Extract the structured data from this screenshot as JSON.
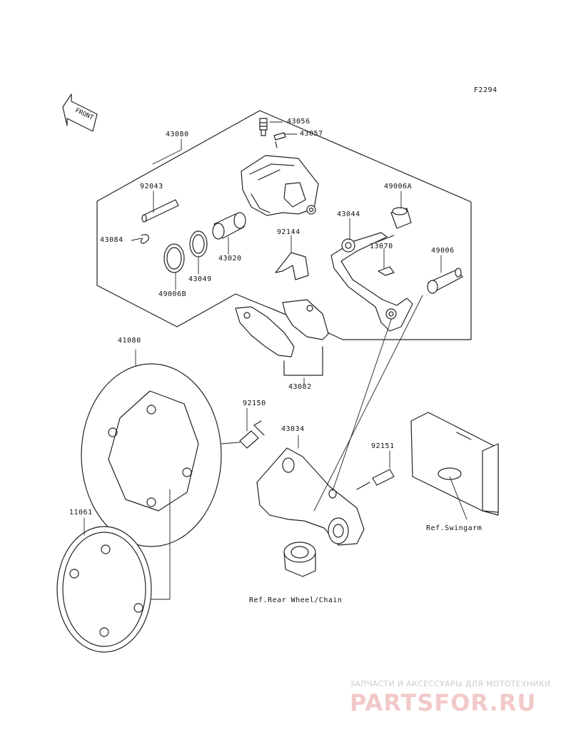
{
  "figure_id": "F2294",
  "front_label": "FRONT",
  "parts": [
    {
      "number": "43080"
    },
    {
      "number": "43056"
    },
    {
      "number": "43057"
    },
    {
      "number": "92043"
    },
    {
      "number": "49006A"
    },
    {
      "number": "43044"
    },
    {
      "number": "92144"
    },
    {
      "number": "13070"
    },
    {
      "number": "49006"
    },
    {
      "number": "43084"
    },
    {
      "number": "43020"
    },
    {
      "number": "43049"
    },
    {
      "number": "49006B"
    },
    {
      "number": "43082"
    },
    {
      "number": "41080"
    },
    {
      "number": "92150"
    },
    {
      "number": "43034"
    },
    {
      "number": "92151"
    },
    {
      "number": "11061"
    }
  ],
  "references": {
    "swingarm": "Ref.Swingarm",
    "rear_wheel": "Ref.Rear Wheel/Chain"
  },
  "watermark": {
    "subtitle": "ЗАПЧАСТИ И АКСЕССУАРЫ ДЛЯ МОТОТЕХНИКИ",
    "brand": "PARTSFOR.RU"
  }
}
